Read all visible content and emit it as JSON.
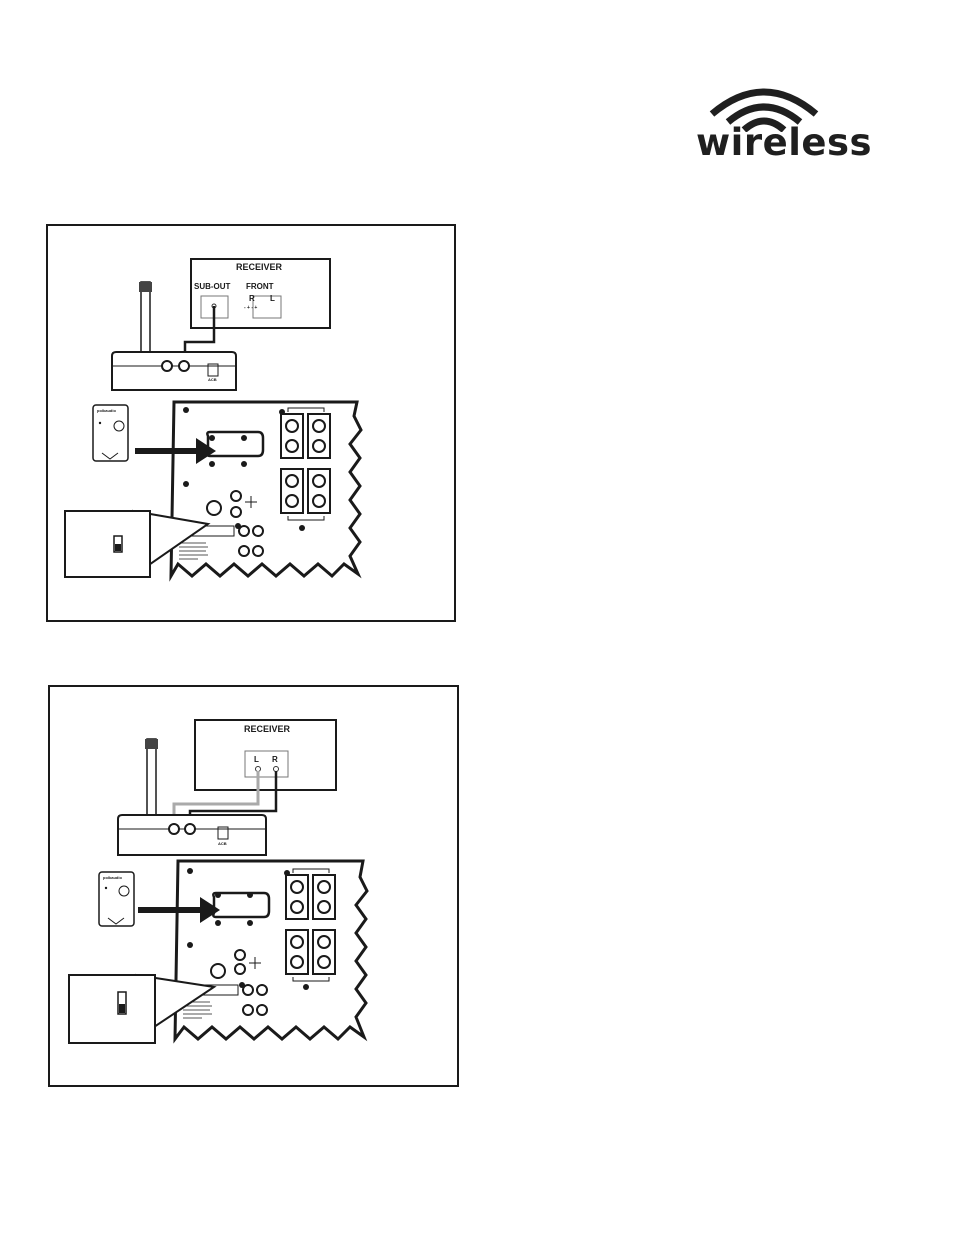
{
  "logo": {
    "text": "wireless",
    "icon": "wifi-arcs-icon"
  },
  "figures": [
    {
      "receiver": {
        "title": "RECEIVER",
        "sub_out": "SUB-OUT",
        "front": "FRONT",
        "r": "R",
        "l": "L",
        "polarity": "- +  - +"
      },
      "transmitter_label": "ACB",
      "remote_brand": "polkaudio"
    },
    {
      "receiver": {
        "title": "RECEIVER",
        "l": "L",
        "r": "R"
      },
      "transmitter_label": "ACB",
      "remote_brand": "polkaudio"
    }
  ]
}
